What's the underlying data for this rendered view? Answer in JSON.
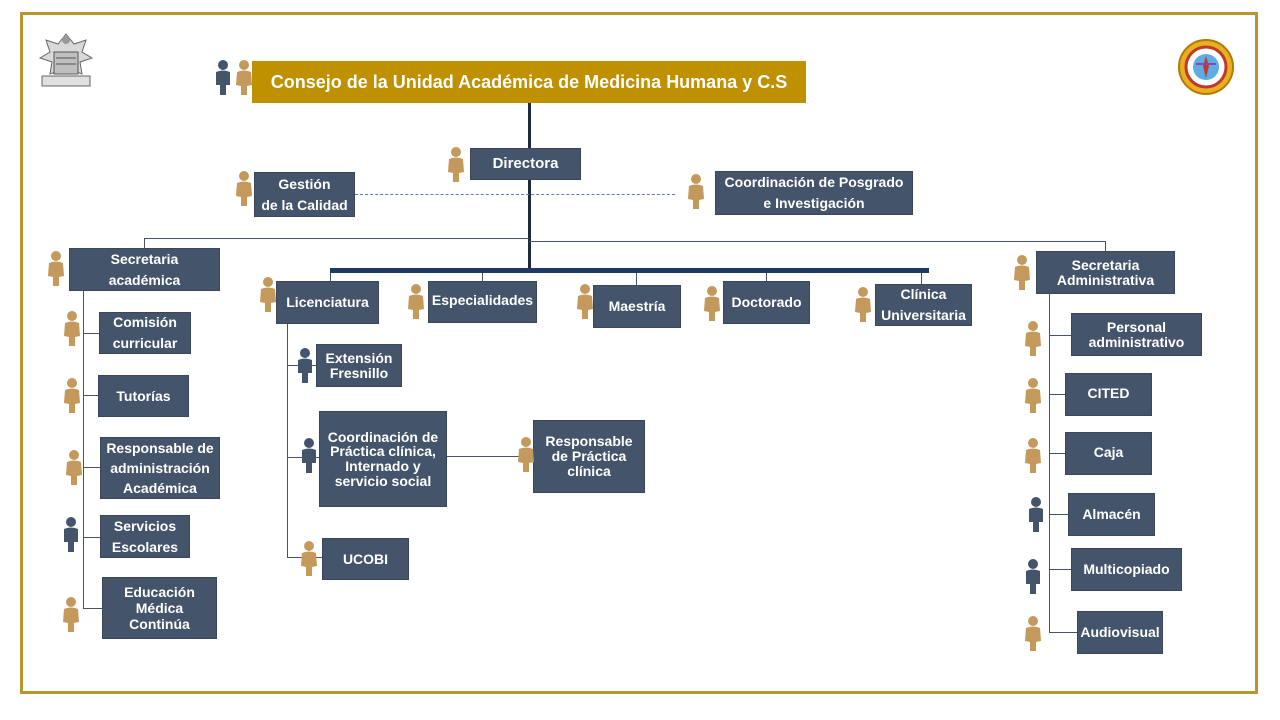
{
  "title": "Consejo de la Unidad Académica de Medicina Humana y C.S",
  "logos": {
    "left": "university-crest-icon",
    "right": "medicine-unit-seal-icon"
  },
  "colors": {
    "box": "#44546a",
    "title": "#bf9000",
    "person_gold": "#c39a5c",
    "person_blue": "#44546a",
    "frame": "#b8962e"
  },
  "top": {
    "directora": "Directora",
    "gestion": "Gestión\nde la Calidad",
    "posgrado": "Coordinación de Posgrado\ne Investigación"
  },
  "academica": {
    "head": "Secretaria\nacadémica",
    "items": [
      "Comisión\ncurricular",
      "Tutorías",
      "Responsable de\nadministración\nAcadémica",
      "Servicios\nEscolares",
      "Educación\nMédica\nContinúa"
    ]
  },
  "programas": [
    "Licenciatura",
    "Especialidades",
    "Maestría",
    "Doctorado",
    "Clínica\nUniversitaria"
  ],
  "licenciatura": {
    "extension": "Extensión\nFresnillo",
    "coordinacion": "Coordinación de\nPráctica clínica,\nInternado y\nservicio social",
    "responsable": "Responsable\nde Práctica\nclínica",
    "ucobi": "UCOBI"
  },
  "administrativa": {
    "head": "Secretaria\nAdministrativa",
    "items": [
      "Personal\nadministrativo",
      "CITED",
      "Caja",
      "Almacén",
      "Multicopiado",
      "Audiovisual"
    ]
  }
}
